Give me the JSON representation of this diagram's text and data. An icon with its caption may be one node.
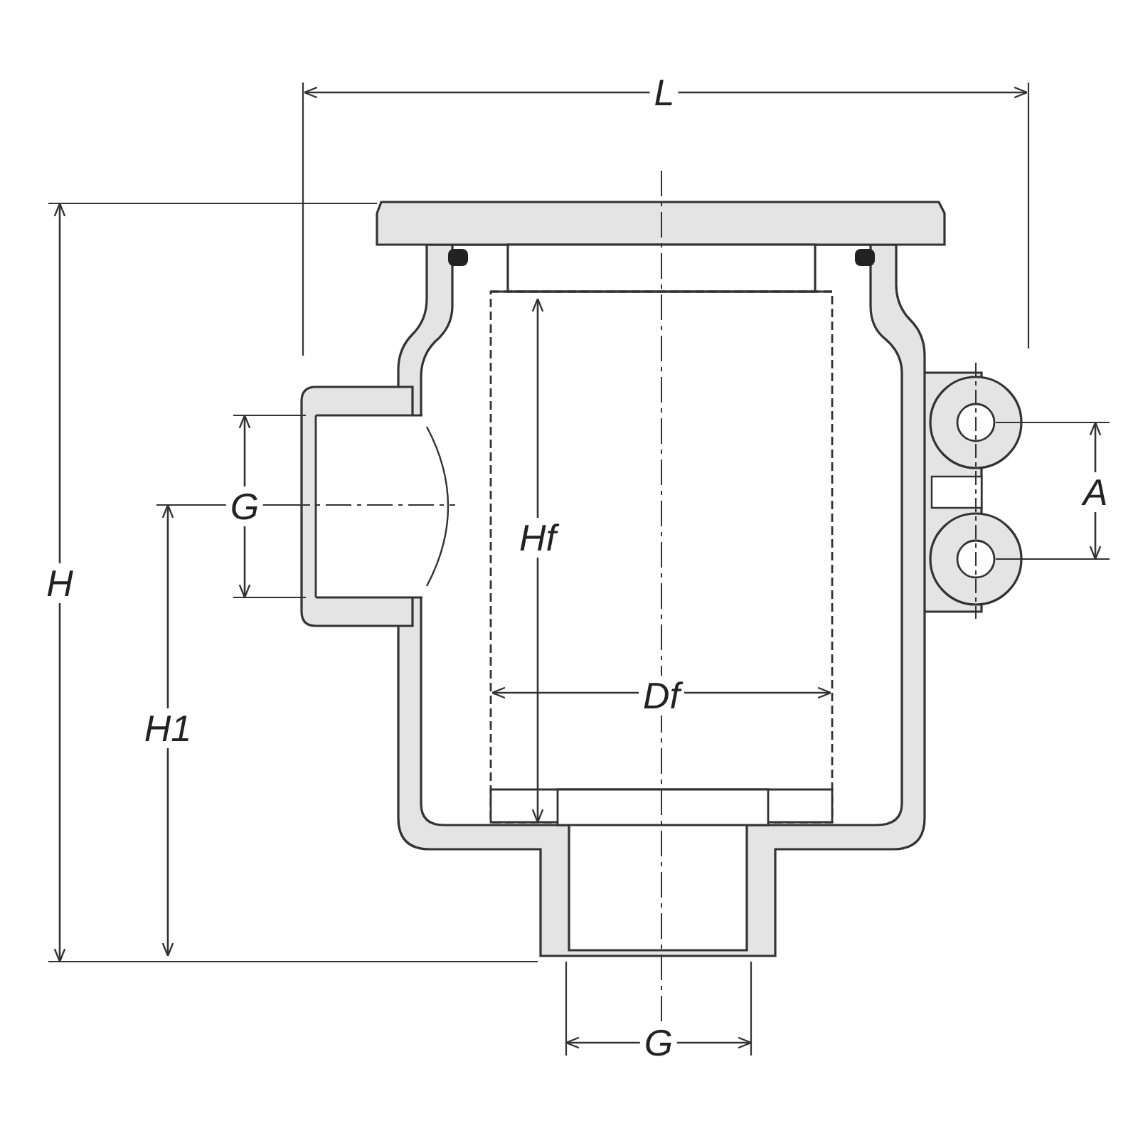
{
  "diagram": {
    "labels": [
      "L",
      "A",
      "G",
      "Hf",
      "H",
      "Df",
      "H1",
      "G"
    ]
  }
}
